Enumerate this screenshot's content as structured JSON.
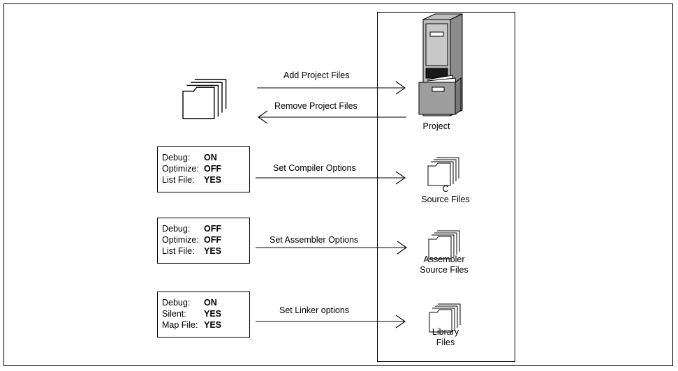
{
  "actions": {
    "add": "Add Project Files",
    "remove": "Remove Project Files",
    "compiler": "Set Compiler Options",
    "assembler": "Set Assembler Options",
    "linker": "Set Linker options"
  },
  "targets": {
    "project": "Project",
    "c_src_line1": "C",
    "c_src_line2": "Source Files",
    "asm_line1": "Assembler",
    "asm_line2": "Source Files",
    "lib_line1": "Library",
    "lib_line2": "Files"
  },
  "compiler_options": [
    {
      "key": "Debug:",
      "value": "ON"
    },
    {
      "key": "Optimize:",
      "value": "OFF"
    },
    {
      "key": "List File:",
      "value": "YES"
    }
  ],
  "assembler_options": [
    {
      "key": "Debug:",
      "value": "OFF"
    },
    {
      "key": "Optimize:",
      "value": "OFF"
    },
    {
      "key": "List File:",
      "value": "YES"
    }
  ],
  "linker_options": [
    {
      "key": "Debug:",
      "value": "ON"
    },
    {
      "key": "Silent:",
      "value": "YES"
    },
    {
      "key": "Map File:",
      "value": "YES"
    }
  ]
}
